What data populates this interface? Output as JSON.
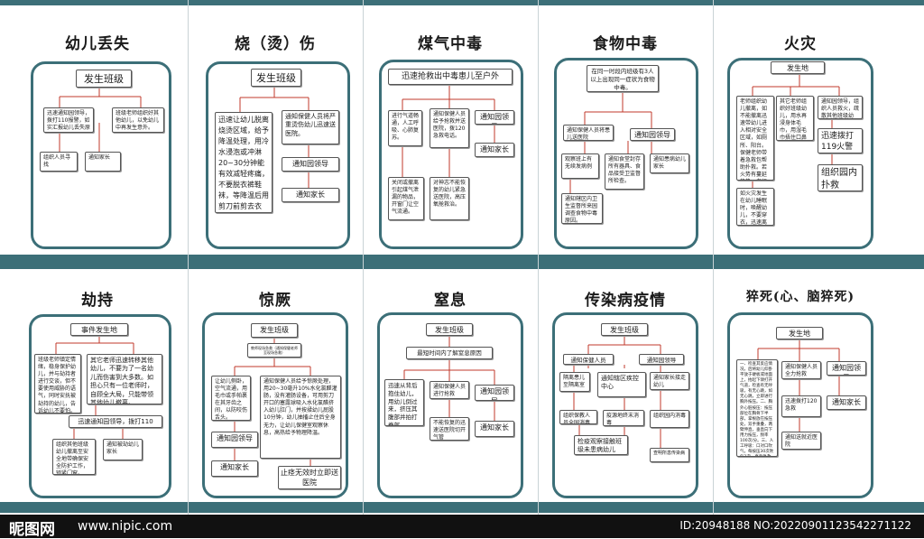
{
  "panels": {
    "lost": {
      "title": "幼儿丢失",
      "root": "发生班级",
      "b1": "迅速通知园领导，拨打110报警，如实汇报幼儿丢失原因。",
      "b2": "班级老师组织好其他幼儿，以免幼儿中再发生意外。",
      "b3": "组织人员寻找",
      "b4": "通知家长"
    },
    "burn": {
      "title": "烧（烫）伤",
      "root": "发生班级",
      "left": "迅速让幼儿脱离烧烫区域，给予降温处理，用冷水浸泡或冲淋20~30分钟能有效减轻疼痛，不要脱衣裤鞋袜，等降温后用剪刀前剪去衣裤，用干净的纱布或手绢盖住创面。",
      "right": "通知保健人员将严重烫伤幼儿迅速送医院。",
      "s1": "通知园领导",
      "s2": "通知家长"
    },
    "gas": {
      "title": "煤气中毒",
      "root": "迅速抢救出中毒患儿至户外",
      "c1": "进行气道畅通，人工呼吸、心肺复苏。",
      "c2": "通知保健人员给予抢救并送医院，拨120急救电话。",
      "c3": "通知园领导",
      "d1": "关闭或撤离引起煤气泄漏的物品，开窗门让空气流通。",
      "d2": "对神志不能恢复的幼儿紧急送医院，高压氧舱救治。",
      "d3": "通知家长"
    },
    "food": {
      "title": "食物中毒",
      "root": "在同一时段内班级有3人以上出现同一症状为食物中毒。",
      "l1": "通知保健人员将患儿送医院",
      "r1": "通知园领导",
      "l2": "观察班上有无续发病例",
      "m2": "通知食堂封存所有器具、食品接受卫监督所检查。",
      "r2": "通知患病幼儿家长",
      "l3": "通知辖区内卫生监督所来园调查食物中毒原因。"
    },
    "fire": {
      "title": "火灾",
      "root": "发生地",
      "a": "老师组织幼儿撤离，如不能撤离迅速带幼儿进入相对安全区域，如厕所、阳台。保健老师带着急救包帮助扑救。若火势有蔓延趋势，老师应将幼儿集中在一起以防走散。",
      "b": "其它老师组织好班级幼儿，用水再浸身体毛巾，用湿毛巾捂住口鼻弯腰，保护好其他幼儿。",
      "c": "通知园领导，组织人员救火，疏散其他班级幼儿。",
      "d": "迅速拨打119火警话",
      "e": "组织园内扑救",
      "f": "如火灾发生在幼儿睡眠时，唤醒幼儿，不要穿衣，迅速离开。"
    },
    "hijack": {
      "title": "劫持",
      "root": "事件发生地",
      "left": "班级老师镇定情绪，稳身保护幼儿，并与劫持者进行交谈，但不要使用威胁的语气，同时安抚被劫持的幼儿，告诉幼儿不要怕。",
      "right": "其它老师迅速转移其他幼儿，不要为了一名幼儿而伤害到大多数。如担心只有一位老师时，自顾全大局，只能带领其他幼儿撤离。",
      "mid": "迅速通知园领导，拨打110",
      "l2": "组织其他班级幼儿撤离至安全地带确保安全防护工作，锁紧门窗。",
      "r2": "通知被劫幼儿家长"
    },
    "faint": {
      "title": "惊厥",
      "root": "发生班级",
      "small": "教师现场急救（通知保健老师至现场急救）",
      "left": "让幼儿侧卧，空气流通，用毛巾或手帕裹在其牙齿之间，以防咬伤舌头。",
      "right": "通知保健人员给予惊厥处理，用20~30毫升10%水化氯醛灌肠，没有灌肠设备，可用剪刀开口的塞露球吸入水化氯醛挤入幼儿肛门，并按揉幼儿屁股10分钟，幼儿抽搐止住后全身无力，让幼儿保健室观察休息，高热给予物理降温。",
      "l2": "通知园领导",
      "l3": "通知家长",
      "r3": "止痉无效时立即送医院"
    },
    "choke": {
      "title": "窒息",
      "root": "发生班级",
      "sub": "最短时间内了解窒息原因",
      "a1": "迅速从背后抱住幼儿，用幼儿倒过来，挤压其腹部并拍打脊部。",
      "a2": "通知保健人员进行抢救",
      "a3": "通知园领导",
      "b2": "不能恢复的迅速送医院切开气管",
      "b3": "通知家长"
    },
    "epidemic": {
      "title": "传染病疫情",
      "root": "发生班级",
      "l1": "通知保健人员",
      "r1": "通知园领导",
      "a": "隔离患儿至隔离室",
      "b": "通知辖区疾控中心",
      "c": "通知家长接走幼儿",
      "d": "组织保教人员全园消毒",
      "e": "疫源地终末消毒",
      "f": "组织园内消毒",
      "g": "检疫观察接触班级未患病幼儿",
      "h": "查明所患传染病"
    },
    "sudden": {
      "title": "猝死(心、脑猝死)",
      "root": "发生地",
      "left": "一、检查其反应情况，后将幼儿仰卧平放于硬板或地面上，抬起下颌打开气道，检查有无呼吸，有无心跳，如无心跳，立即进行胸外按压。二、胸外心脏按压：按压部位在胸骨下半部，掌根放在按压处，双手重叠，两臂伸直，垂直向下用力按压，频率100次/分。三、人工呼吸：口对口吹气，每按压30次吹气2次，直至急救人员到达。",
      "m1": "通知保健人员全力抢救",
      "m2": "迅速拨打120急救",
      "m3": "通知送就近医院",
      "r1": "通知园领导",
      "r2": "通知家长"
    }
  },
  "footer": {
    "logo": "昵图网",
    "site": "www.nipic.com",
    "id": "ID:20948188 NO:20220901123542271122"
  },
  "colors": {
    "teal": "#3c6f78",
    "arrow": "#c0392b"
  }
}
